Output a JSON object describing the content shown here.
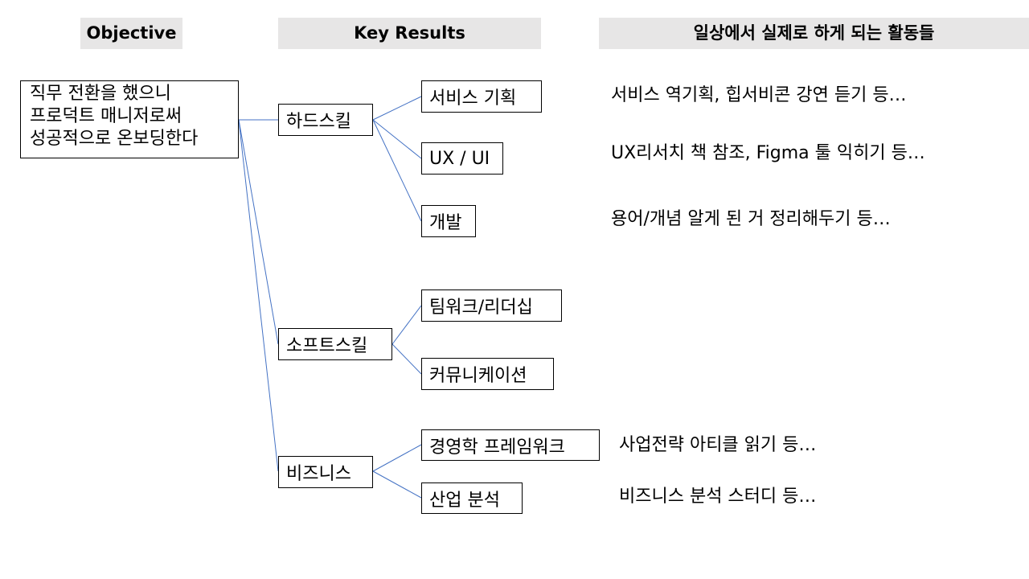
{
  "headers": {
    "objective": "Objective",
    "key_results": "Key Results",
    "activities": "일상에서 실제로 하게 되는 활동들"
  },
  "objective": {
    "lines": [
      "직무 전환을 했으니",
      "프로덕트 매니저로써",
      "성공적으로 온보딩한다"
    ]
  },
  "key_results": [
    {
      "label": "하드스킬",
      "items": [
        {
          "label": "서비스 기획",
          "activity": "서비스 역기획, 힙서비콘 강연 듣기 등…"
        },
        {
          "label": "UX / UI",
          "activity": "UX리서치 책 참조, Figma 툴 익히기 등…"
        },
        {
          "label": "개발",
          "activity": "용어/개념 알게 된 거 정리해두기 등…"
        }
      ]
    },
    {
      "label": "소프트스킬",
      "items": [
        {
          "label": "팀워크/리더십",
          "activity": ""
        },
        {
          "label": "커뮤니케이션",
          "activity": ""
        }
      ]
    },
    {
      "label": "비즈니스",
      "items": [
        {
          "label": "경영학 프레임워크",
          "activity": "사업전략 아티클 읽기 등…"
        },
        {
          "label": "산업 분석",
          "activity": "비즈니스 분석 스터디 등…"
        }
      ]
    }
  ],
  "colors": {
    "connector": "#4472c4",
    "header_bg": "#e7e6e6",
    "box_border": "#000000"
  }
}
